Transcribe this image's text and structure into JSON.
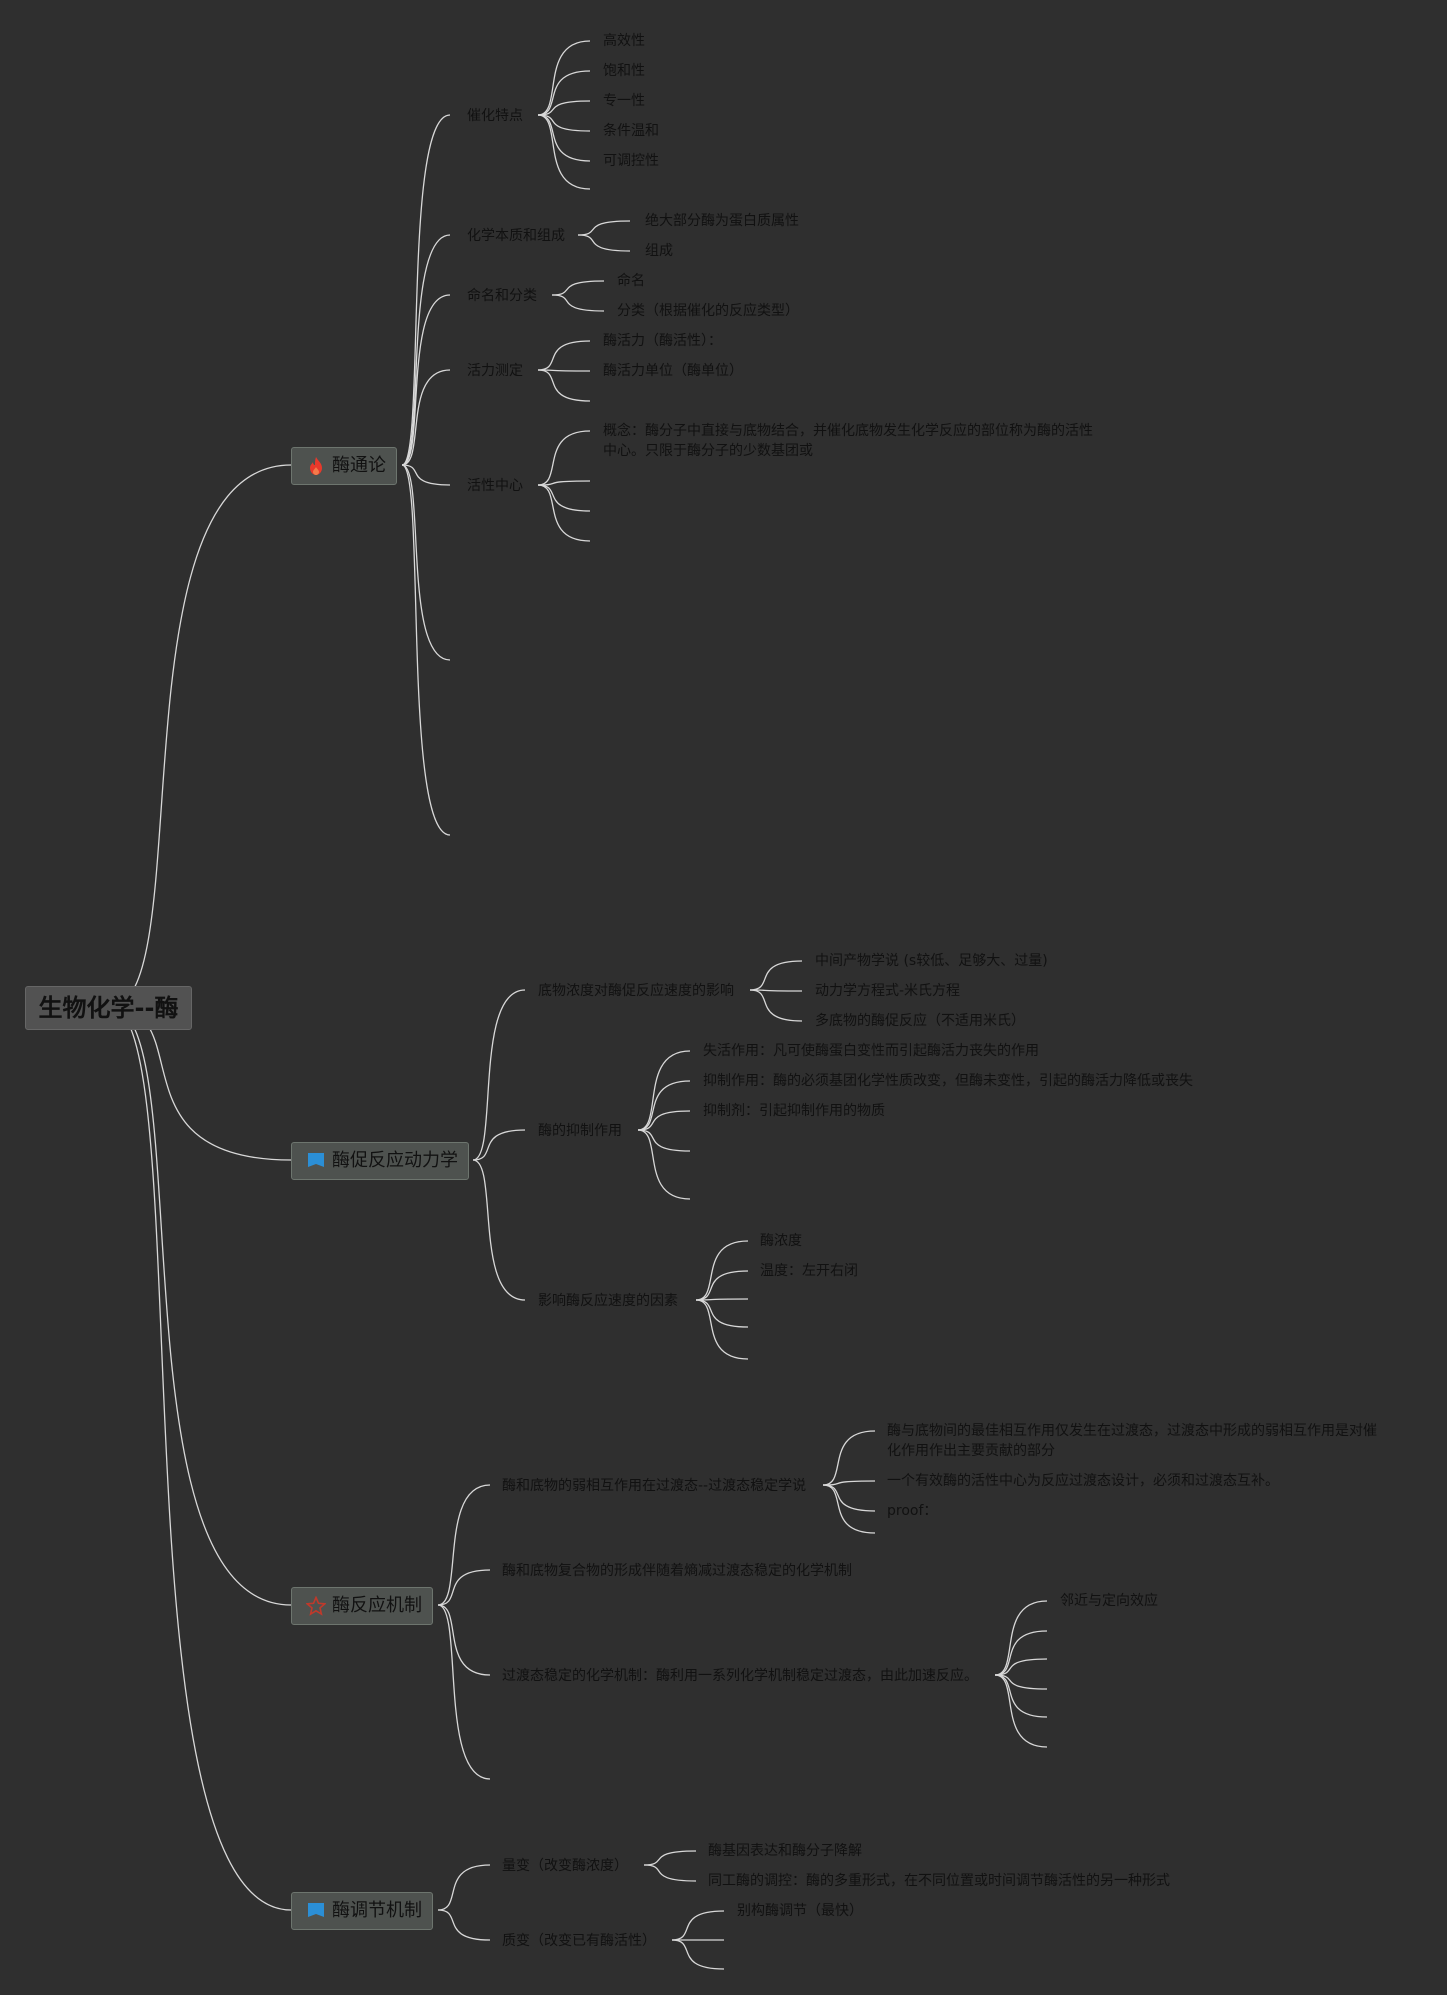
{
  "root": {
    "label": "生物化学--酶"
  },
  "branches": [
    {
      "label": "酶通论",
      "icon": "fire-icon",
      "color": "#e8392b",
      "children": [
        {
          "label": "催化特点",
          "children": [
            "高效性",
            "饱和性",
            "专一性",
            "条件温和",
            "可调控性"
          ]
        },
        {
          "label": "化学本质和组成",
          "children": [
            "绝大部分酶为蛋白质属性",
            "组成"
          ]
        },
        {
          "label": "命名和分类",
          "children": [
            "命名",
            "分类（根据催化的反应类型）"
          ]
        },
        {
          "label": "活力测定",
          "children": [
            "酶活力（酶活性）：",
            "酶活力单位（酶单位）"
          ]
        },
        {
          "label": "活性中心",
          "children": [
            "概念：酶分子中直接与底物结合，并催化底物发生化学反应的部位称为酶的活性中心。只限于酶分子的少数基团或"
          ]
        }
      ]
    },
    {
      "label": "酶促反应动力学",
      "icon": "flag-icon",
      "color": "#2b8fd6",
      "children": [
        {
          "label": "底物浓度对酶促反应速度的影响",
          "children": [
            "中间产物学说 (s较低、足够大、过量)",
            "动力学方程式-米氏方程",
            "多底物的酶促反应（不适用米氏）"
          ]
        },
        {
          "label": "酶的抑制作用",
          "children": [
            "失活作用：凡可使酶蛋白变性而引起酶活力丧失的作用",
            "抑制作用：酶的必须基团化学性质改变，但酶未变性，引起的酶活力降低或丧失",
            "抑制剂：引起抑制作用的物质"
          ]
        },
        {
          "label": "影响酶反应速度的因素",
          "children": [
            "酶浓度",
            "温度：左开右闭"
          ]
        }
      ]
    },
    {
      "label": "酶反应机制",
      "icon": "star-icon",
      "color": "#c0392b",
      "children": [
        {
          "label": "酶和底物的弱相互作用在过渡态--过渡态稳定学说",
          "children": [
            "酶与底物间的最佳相互作用仅发生在过渡态，过渡态中形成的弱相互作用是对催化作用作出主要贡献的部分",
            "一个有效酶的活性中心为反应过渡态设计，必须和过渡态互补。",
            "proof："
          ]
        },
        {
          "label": "酶和底物复合物的形成伴随着熵减过渡态稳定的化学机制",
          "children": []
        },
        {
          "label": "过渡态稳定的化学机制：酶利用一系列化学机制稳定过渡态，由此加速反应。",
          "children": [
            "邻近与定向效应"
          ]
        }
      ]
    },
    {
      "label": "酶调节机制",
      "icon": "flag-icon",
      "color": "#2b8fd6",
      "children": [
        {
          "label": "量变（改变酶浓度）",
          "children": [
            "酶基因表达和酶分子降解",
            "同工酶的调控：酶的多重形式，在不同位置或时间调节酶活性的另一种形式"
          ]
        },
        {
          "label": "质变（改变已有酶活性）",
          "children": [
            "别构酶调节（最快）"
          ]
        }
      ]
    }
  ]
}
